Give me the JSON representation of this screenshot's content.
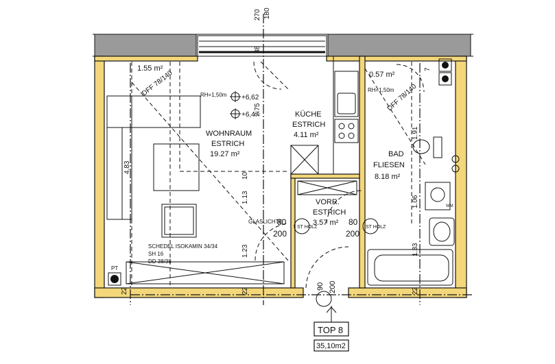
{
  "rooms": {
    "living": {
      "name": "WOHNRAUM",
      "floor": "ESTRICH",
      "area": "19.27 m²"
    },
    "kitchen": {
      "name": "KÜCHE",
      "floor": "ESTRICH",
      "area": "4.11 m²"
    },
    "bath": {
      "name": "BAD",
      "floor": "FLIESEN",
      "area": "8.18 m²"
    },
    "hall": {
      "name": "VORR.",
      "floor": "ESTRICH",
      "area": "3.57 m²"
    }
  },
  "small_areas": {
    "living_corner": "1.55 m²",
    "bath_corner": "0.57 m²"
  },
  "window_labels": {
    "living": "DFF 78/140",
    "bath": "DFF 78/140"
  },
  "room_heights": {
    "living": "RH=1,50m",
    "bath": "RH=1,50m"
  },
  "levels": {
    "upper": "+6,62",
    "lower": "+6,47"
  },
  "annotations": {
    "glass": "GLASLICHTE",
    "fireplace_1": "SCHEDEL ISOKAMIN 34/34",
    "fireplace_2": "SH 16",
    "fireplace_3": "DD 38/38",
    "pt": "PT",
    "wm": "WM",
    "st_holz": "ST HOLZ"
  },
  "doors": {
    "door1_w": "80",
    "door1_h": "200",
    "door2_w": "80",
    "door2_h": "200",
    "entry_w": "90",
    "entry_h": "200"
  },
  "dimensions": {
    "top_1": "270",
    "top_2": "180",
    "top_3": "38",
    "living_v": "4.83",
    "d_275": "2.75",
    "d_10": "10",
    "d_113": "1.13",
    "d_123": "1.23",
    "d_191": "1.91",
    "d_106": "1.06",
    "d_133": "1.33",
    "d_22": "22",
    "d_7": "7"
  },
  "unit": {
    "label": "TOP 8",
    "area": "35,10m2"
  },
  "colors": {
    "wall_fill": "#f3d77a",
    "hatch": "#9a9a9a",
    "line": "#111111"
  }
}
